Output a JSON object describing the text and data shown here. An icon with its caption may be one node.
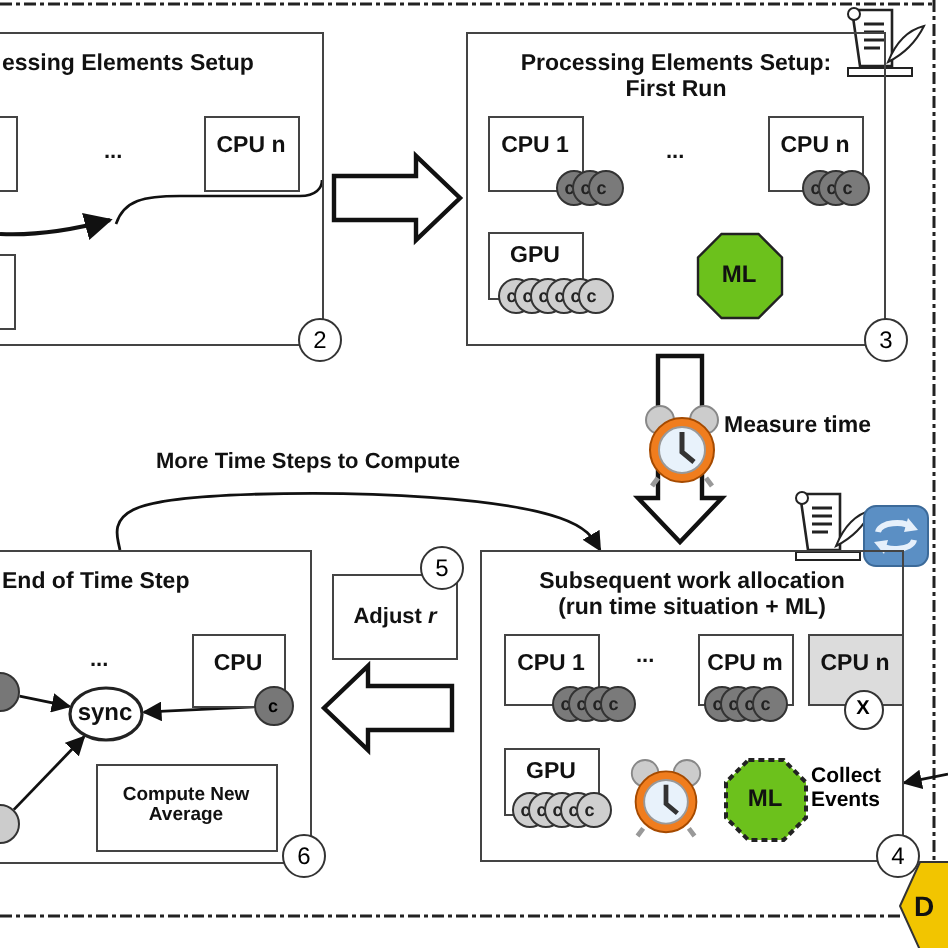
{
  "diagram": {
    "nodes": [
      {
        "text": [
          "essing Elements Setup"
        ]
      },
      {
        "text": [],
        "shape": "box",
        "in": 0
      },
      {
        "text": [
          "CPU n"
        ],
        "in": 0
      },
      {
        "text": [],
        "shape": "box",
        "in": 0
      },
      {
        "text": [
          "Processing Elements Setup: First Run"
        ]
      },
      {
        "text": [
          "CPU 1"
        ],
        "in": 4
      },
      {
        "text": [
          "CPU n"
        ],
        "in": 4
      },
      {
        "text": [
          "GPU"
        ],
        "in": 4
      },
      {
        "text": [
          "ML"
        ],
        "in": 4
      },
      {
        "text": [
          "End of Time Step"
        ]
      },
      {
        "text": [
          "CPU"
        ],
        "in": 9
      },
      {
        "text": [
          "c"
        ],
        "in": 9
      },
      {
        "text": [
          "sync"
        ],
        "in": 9
      },
      {
        "text": [],
        "shape": "circle",
        "in": 9
      },
      {
        "text": [],
        "shape": "circle",
        "in": 9
      },
      {
        "text": [
          "Compute New Average"
        ],
        "in": 9
      },
      {
        "text": [
          "Adjust *r*"
        ]
      },
      {
        "text": [
          "Subsequent work allocation (run time situation + ML)"
        ]
      },
      {
        "text": [
          "CPU 1"
        ],
        "in": 17
      },
      {
        "text": [
          "CPU m"
        ],
        "in": 17
      },
      {
        "text": [
          "CPU n"
        ],
        "in": 17
      },
      {
        "text": [
          "X"
        ],
        "in": 17
      },
      {
        "text": [
          "GPU"
        ],
        "in": 17
      },
      {
        "text": [
          "ML"
        ],
        "in": 17
      },
      {
        "text": [
          "Collect Events"
        ],
        "in": 17
      },
      {
        "text": [
          "D"
        ]
      },
      {
        "text": [
          "2"
        ]
      },
      {
        "text": [
          "3"
        ]
      },
      {
        "text": [
          "6"
        ]
      },
      {
        "text": [
          "5"
        ]
      },
      {
        "text": [
          "4"
        ]
      }
    ],
    "edges": [
      {
        "from": 0,
        "to": 4,
        "arrow": "to",
        "style": "thick"
      },
      {
        "from": 4,
        "to": 17,
        "arrow": "to",
        "style": "thick"
      },
      {
        "from": 9,
        "to": 17,
        "arrow": "to",
        "label": "More Time Steps to Compute"
      },
      {
        "from": 17,
        "to": 9,
        "arrow": "to",
        "style": "thick"
      },
      {
        "from": 13,
        "to": 12,
        "arrow": "to"
      },
      {
        "from": 14,
        "to": 12,
        "arrow": "to"
      },
      {
        "from": 11,
        "to": 12,
        "arrow": "to"
      },
      {
        "from": null,
        "to": 24,
        "arrow": "to"
      }
    ],
    "labels": [
      "...",
      "...",
      "c",
      "c",
      "c",
      "c",
      "c",
      "c",
      "c",
      "c",
      "c",
      "c",
      "c",
      "c",
      "Measure time",
      "...",
      "...",
      "c",
      "c",
      "c",
      "c",
      "c",
      "c",
      "c",
      "c",
      "c",
      "c",
      "c",
      "c",
      "c"
    ]
  }
}
